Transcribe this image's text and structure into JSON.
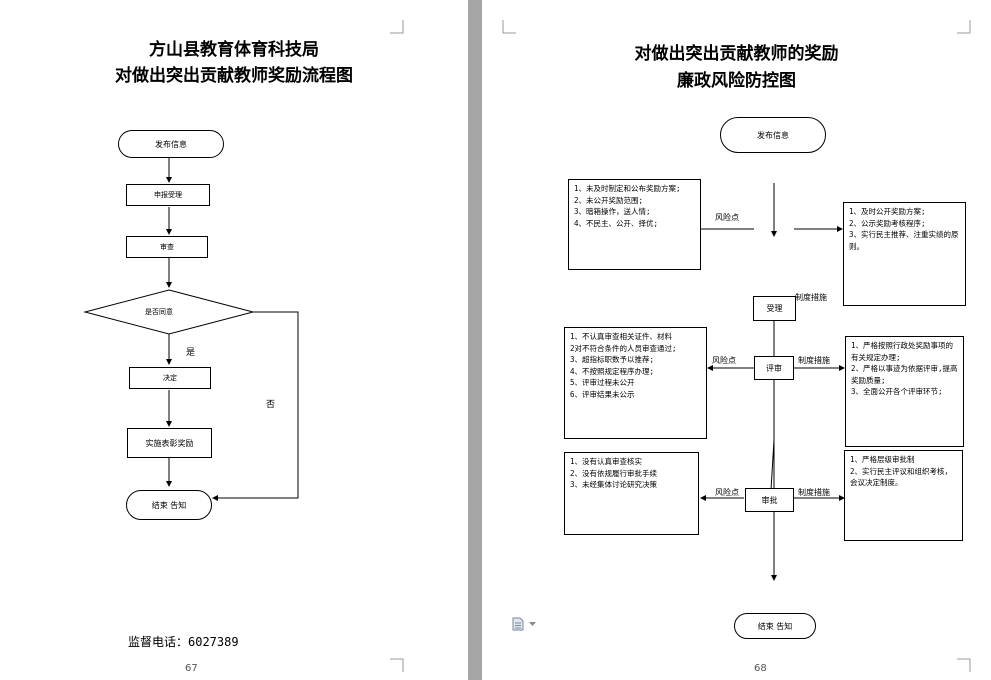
{
  "left_page": {
    "title_line1": "方山县教育体育科技局",
    "title_line2": "对做出突出贡献教师奖励流程图",
    "flow": {
      "start": "发布信息",
      "step1": "申报受理",
      "step2": "审查",
      "decision": "是否同意",
      "yes_label": "是",
      "no_label": "否",
      "step3": "决定",
      "step4": "实施表彰奖励",
      "end": "结束 告知"
    },
    "supervision_phone": "监督电话：6027389",
    "page_number": "67"
  },
  "right_page": {
    "title_line1": "对做出突出贡献教师的奖励",
    "title_line2": "廉政风险防控图",
    "flow": {
      "start": "发布信息",
      "accept": "受理",
      "review": "评审",
      "approve": "审批",
      "end": "结束 告知"
    },
    "labels": {
      "risk_point": "风险点",
      "control_measure": "制度措施"
    },
    "risk_boxes": [
      [
        "1、未及时制定和公布奖励方案;",
        "2、未公开奖励范围;",
        "3、暗箱操作，送人情;",
        "4、不民主、公开、择优;"
      ],
      [
        "1、不认真审查相关证件、材料",
        "2对不符合条件的人员审查通过;",
        "3、超指标职数予以推荐;",
        "4、不按照规定程序办理;",
        "5、评审过程未公开",
        "6、评审结果未公示"
      ],
      [
        "1、没有认真审查核实",
        "2、没有依规履行审批手续",
        "3、未经集体讨论研究决策"
      ]
    ],
    "measure_boxes": [
      [
        "1、及时公开奖励方案;",
        "2、公示奖励考核程序;",
        "3、实行民主推荐、注重实绩的原则。"
      ],
      [
        "1、严格按照行政处奖励事项的有关规定办理;",
        "2、严格以事迹为依据评审,提高奖励质量;",
        "3、全面公开各个评审环节;"
      ],
      [
        "1、严格层级审批制",
        "2、实行民主评议和组织考核，会议决定制度。"
      ]
    ],
    "page_number": "68"
  }
}
